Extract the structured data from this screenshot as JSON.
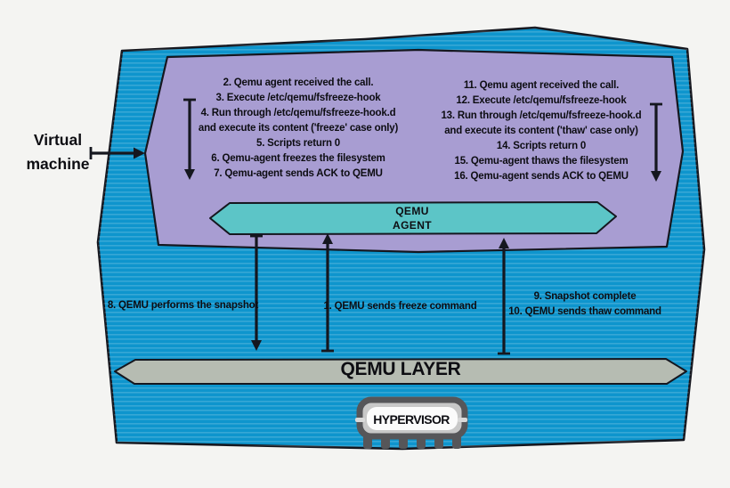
{
  "colors": {
    "canvas_bg": "#f4f4f2",
    "host_blue": "#0e95cd",
    "vm_purple": "#a89dd2",
    "agent_teal": "#5cc5c7",
    "layer_gray": "#b6bcb2",
    "outline": "#15171f",
    "text": "#0d0d12",
    "chip_border": "#565659",
    "chip_fill": "#c8c8c8",
    "chip_pill": "#fbfbfb"
  },
  "vm_label": {
    "line1": "Virtual",
    "line2": "machine"
  },
  "freeze_steps": [
    "2. Qemu agent received the call.",
    "3. Execute /etc/qemu/fsfreeze-hook",
    "4. Run through /etc/qemu/fsfreeze-hook.d",
    "and execute its content ('freeze' case only)",
    "5. Scripts return 0",
    "6. Qemu-agent freezes the filesystem",
    "7. Qemu-agent sends ACK to QEMU"
  ],
  "thaw_steps": [
    "11. Qemu agent received the call.",
    "12. Execute /etc/qemu/fsfreeze-hook",
    "13. Run through /etc/qemu/fsfreeze-hook.d",
    "and execute its content ('thaw' case only)",
    "14. Scripts return 0",
    "15. Qemu-agent thaws the filesystem",
    "16. Qemu-agent sends ACK to QEMU"
  ],
  "agent_banner": {
    "line1": "QEMU",
    "line2": "AGENT"
  },
  "layer_banner": {
    "label": "QEMU LAYER"
  },
  "hypervisor": {
    "label": "HYPERVISOR"
  },
  "flow_labels": {
    "snapshot": "8. QEMU performs the snapshot",
    "freeze_command": "1. QEMU sends freeze command",
    "snapshot_complete": "9. Snapshot complete",
    "thaw_command": "10. QEMU sends thaw command"
  }
}
